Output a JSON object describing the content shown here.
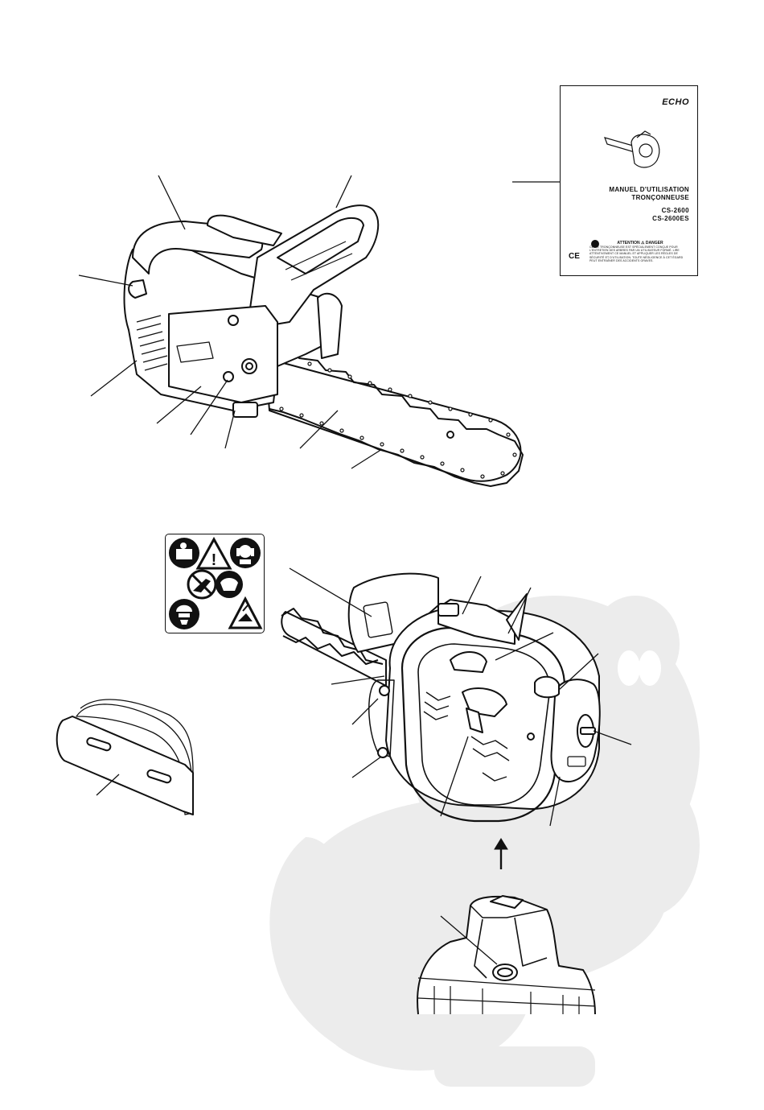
{
  "manual_cover": {
    "brand": "ECHO",
    "title_line1": "MANUEL D'UTILISATION",
    "title_line2": "TRONÇONNEUSE",
    "model1": "CS-2600",
    "model2": "CS-2600ES",
    "warning_label": "ATTENTION  ⚠  DANGER",
    "warning_text": "CETTE TRONÇONNEUSE EST SPÉCIALEMENT CONÇUE POUR L'ENTRETIEN DES ARBRES PAR UN UTILISATEUR FORMÉ. LIRE ATTENTIVEMENT CE MANUEL ET APPLIQUER LES RÈGLES DE SÉCURITÉ ET D'UTILISATION. TOUTE NÉGLIGENCE À CET ÉGARD PEUT ENTRAÎNER DES ACCIDENTS GRAVES.",
    "ce_mark": "CE"
  },
  "colors": {
    "ink": "#111111",
    "watermark": "#ececec"
  },
  "icons": [
    "read-manual-icon",
    "warning-triangle-icon",
    "ear-protection-icon",
    "no-one-hand-icon",
    "two-hands-icon",
    "helmet-icon",
    "kickback-warning-icon",
    "up-arrow-icon"
  ]
}
